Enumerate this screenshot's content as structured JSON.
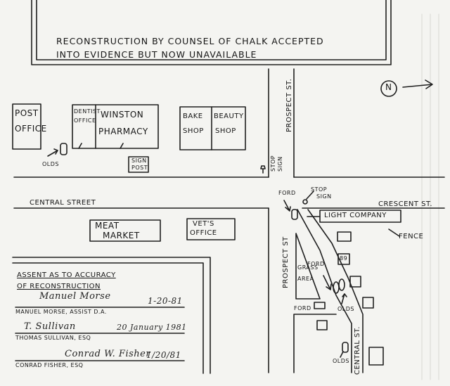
{
  "caption": {
    "line1": "RECONSTRUCTION BY COUNSEL OF CHALK ACCEPTED",
    "line2": "INTO EVIDENCE BUT NOW UNAVAILABLE"
  },
  "compass": {
    "letter": "N"
  },
  "streets": {
    "prospect_north": "PROSPECT ST.",
    "prospect_south": "PROSPECT ST",
    "central": "CENTRAL STREET",
    "crescent": "CRESCENT ST.",
    "central_south": "CENTRAL ST."
  },
  "buildings": {
    "post_office": {
      "line1": "POST",
      "line2": "OFFICE"
    },
    "dentist": {
      "line1": "DENTIST",
      "line2": "OFFICE"
    },
    "pharmacy": {
      "line1": "WINSTON",
      "line2": "PHARMACY"
    },
    "bake_shop": {
      "line1": "BAKE",
      "line2": "SHOP"
    },
    "beauty_shop": {
      "line1": "BEAUTY",
      "line2": "SHOP"
    },
    "meat_market": {
      "line1": "MEAT",
      "line2": "MARKET"
    },
    "vets_office": {
      "line1": "VET'S",
      "line2": "OFFICE"
    },
    "light_company": "LIGHT COMPANY",
    "grass_area": {
      "line1": "GRASS",
      "line2": "AREA"
    },
    "sign_post": {
      "line1": "SIGN",
      "line2": "POST"
    },
    "box_number": "89"
  },
  "markers": {
    "olds_left": "OLDS",
    "stop_sign_upper": {
      "line1": "STOP",
      "line2": "SIGN"
    },
    "ford_top": "FORD",
    "stop_sign_lower": {
      "line1": "STOP",
      "line2": "SIGN"
    },
    "fence": "FENCE",
    "ford_grass": "FORD",
    "ford_lower": "FORD",
    "olds_middle": "OLDS",
    "olds_bottom": "OLDS"
  },
  "attestation": {
    "heading1": "ASSENT AS TO ACCURACY",
    "heading2": "OF RECONSTRUCTION",
    "sig1_text": "Manuel Morse",
    "sig1_date": "1-20-81",
    "sig1_name": "MANUEL MORSE, ASSIST D.A.",
    "sig2_text": "T. Sullivan",
    "sig2_date": "20 January 1981",
    "sig2_name": "THOMAS SULLIVAN, ESQ",
    "sig3_text": "Conrad W. Fisher",
    "sig3_date": "1/20/81",
    "sig3_name": "CONRAD FISHER, ESQ"
  }
}
